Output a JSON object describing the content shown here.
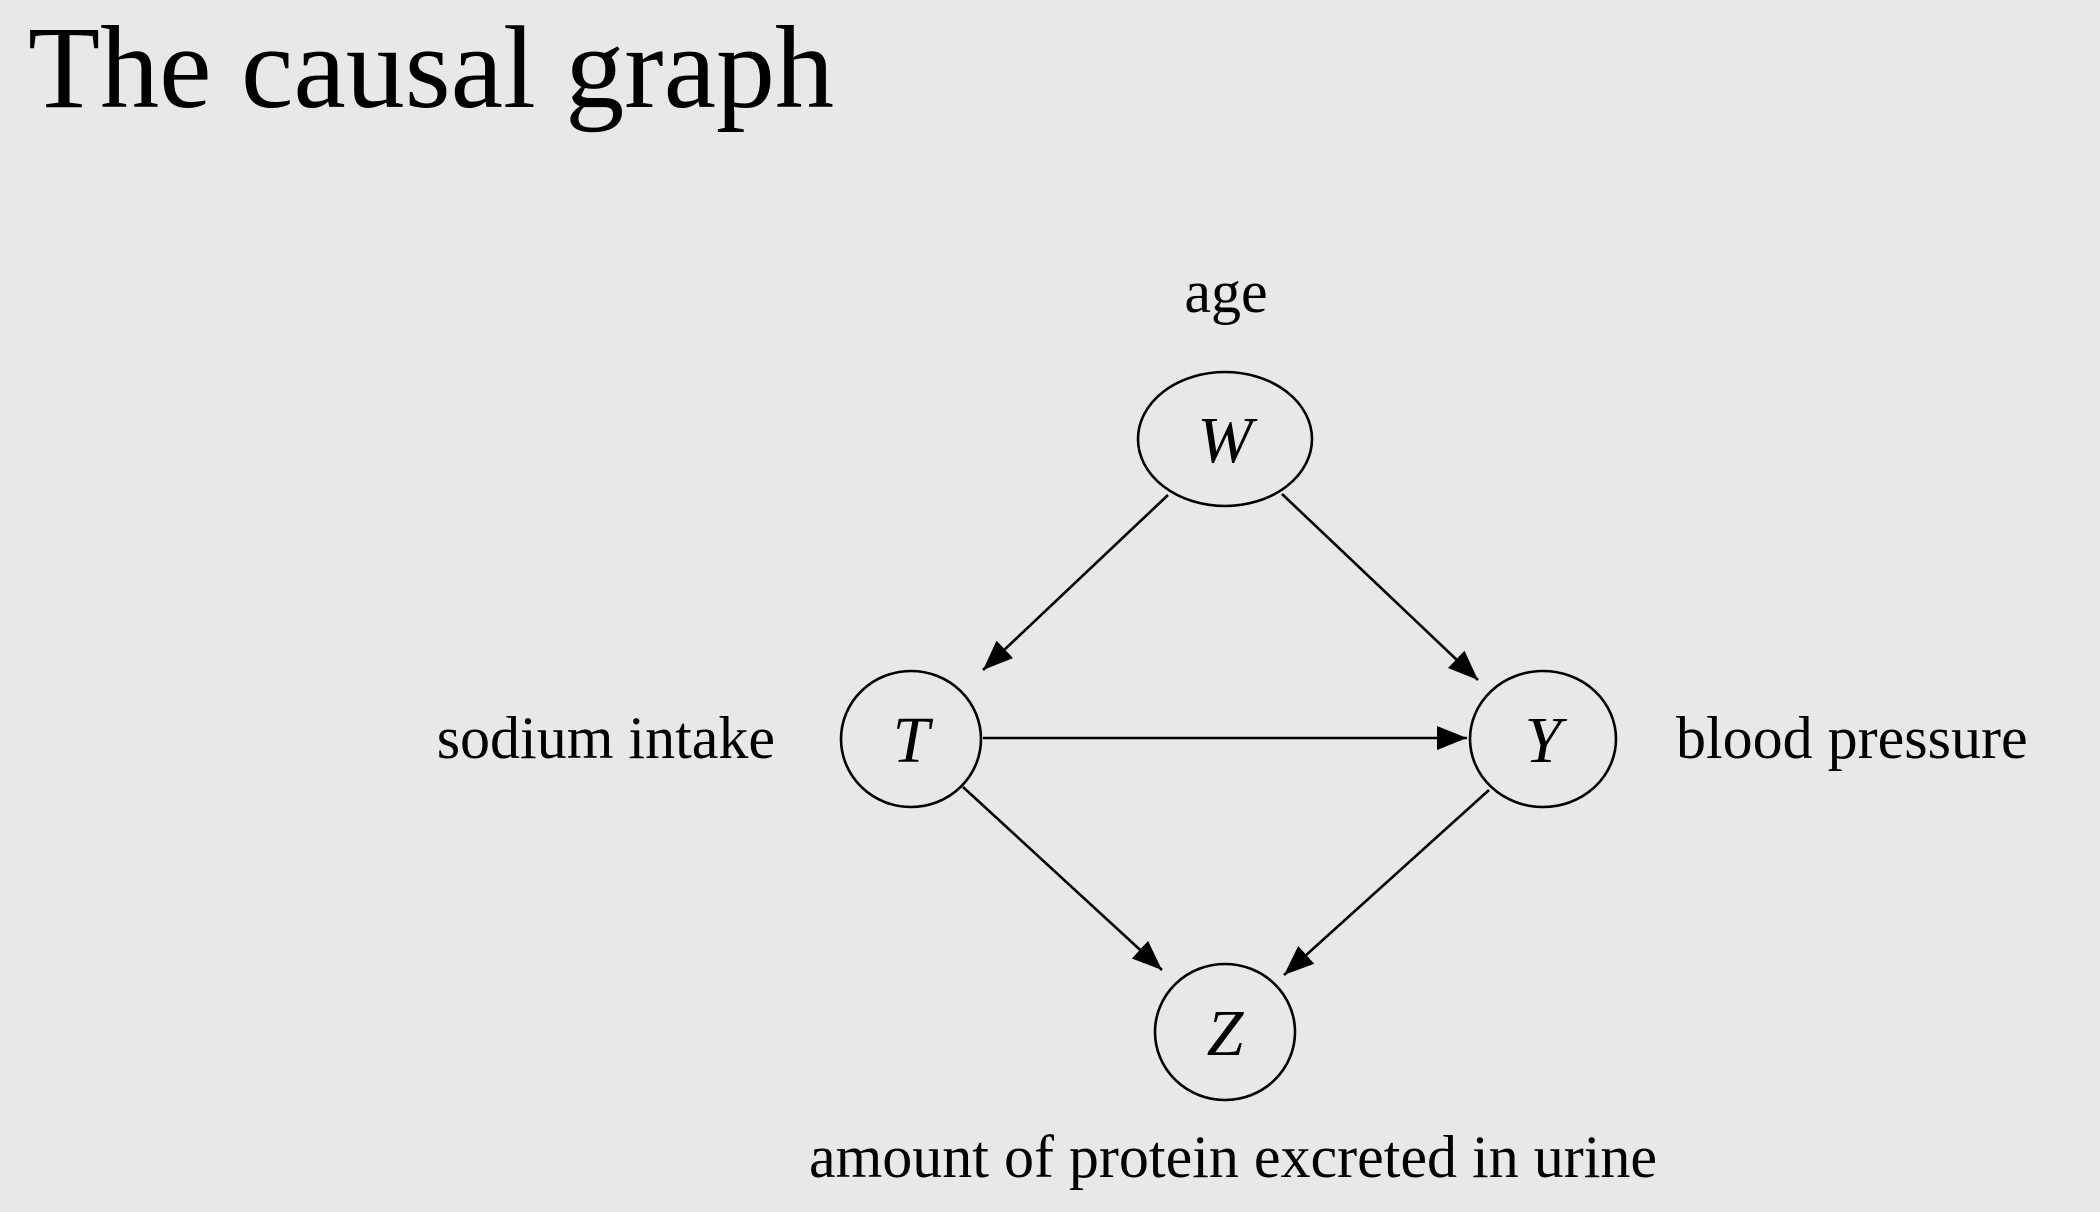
{
  "title": "The causal graph",
  "nodes": {
    "W": {
      "symbol": "W",
      "caption": "age"
    },
    "T": {
      "symbol": "T",
      "caption": "sodium intake"
    },
    "Y": {
      "symbol": "Y",
      "caption": "blood pressure"
    },
    "Z": {
      "symbol": "Z",
      "caption": "amount of protein excreted in urine"
    }
  },
  "edges": [
    {
      "from": "W",
      "to": "T"
    },
    {
      "from": "W",
      "to": "Y"
    },
    {
      "from": "T",
      "to": "Y"
    },
    {
      "from": "T",
      "to": "Z"
    },
    {
      "from": "Y",
      "to": "Z"
    }
  ]
}
